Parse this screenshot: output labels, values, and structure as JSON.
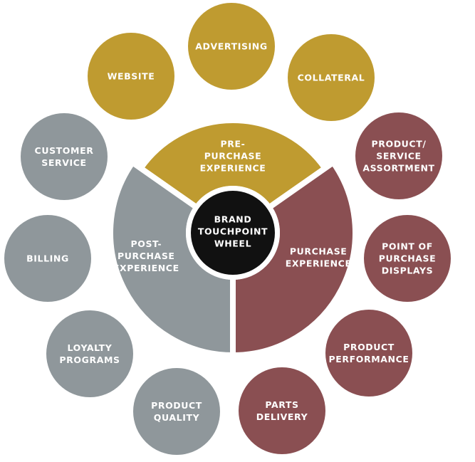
{
  "colors": {
    "pre": "#bf9b30",
    "purchase": "#8a4f52",
    "post": "#8f979b",
    "center": "#111111",
    "text": "#ffffff"
  },
  "center": {
    "lines": [
      "BRAND",
      "TOUCHPOINT",
      "WHEEL"
    ]
  },
  "segments": [
    {
      "id": "pre-purchase",
      "lines": [
        "PRE-",
        "PURCHASE",
        "EXPERIENCE"
      ],
      "color": "pre"
    },
    {
      "id": "purchase",
      "lines": [
        "PURCHASE",
        "EXPERIENCE"
      ],
      "color": "purchase"
    },
    {
      "id": "post-purchase",
      "lines": [
        "POST-",
        "PURCHASE",
        "EXPERIENCE"
      ],
      "color": "post"
    }
  ],
  "touchpoints": [
    {
      "id": "advertising",
      "lines": [
        "ADVERTISING"
      ],
      "color": "pre"
    },
    {
      "id": "collateral",
      "lines": [
        "COLLATERAL"
      ],
      "color": "pre"
    },
    {
      "id": "product-service-assortment",
      "lines": [
        "PRODUCT/",
        "SERVICE",
        "ASSORTMENT"
      ],
      "color": "purchase"
    },
    {
      "id": "point-of-purchase-displays",
      "lines": [
        "POINT OF",
        "PURCHASE",
        "DISPLAYS"
      ],
      "color": "purchase"
    },
    {
      "id": "product-performance",
      "lines": [
        "PRODUCT",
        "PERFORMANCE"
      ],
      "color": "purchase"
    },
    {
      "id": "parts-delivery",
      "lines": [
        "PARTS",
        "DELIVERY"
      ],
      "color": "purchase"
    },
    {
      "id": "product-quality",
      "lines": [
        "PRODUCT",
        "QUALITY"
      ],
      "color": "post"
    },
    {
      "id": "loyalty-programs",
      "lines": [
        "LOYALTY",
        "PROGRAMS"
      ],
      "color": "post"
    },
    {
      "id": "billing",
      "lines": [
        "BILLING"
      ],
      "color": "post"
    },
    {
      "id": "customer-service",
      "lines": [
        "CUSTOMER",
        "SERVICE"
      ],
      "color": "post"
    },
    {
      "id": "website",
      "lines": [
        "WEBSITE"
      ],
      "color": "pre"
    }
  ]
}
